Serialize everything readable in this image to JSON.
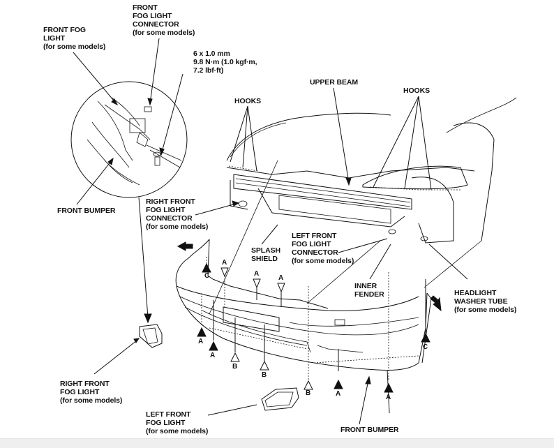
{
  "diagram": {
    "title": "Front bumper removal - exploded view",
    "labels": {
      "front_fog_light": [
        "FRONT FOG",
        "LIGHT",
        "(for some models)"
      ],
      "front_fog_light_connector": [
        "FRONT",
        "FOG LIGHT",
        "CONNECTOR",
        "(for some models)"
      ],
      "bolt_spec": [
        "6 x 1.0 mm",
        "9.8 N·m (1.0 kgf·m,",
        "7.2 lbf·ft)"
      ],
      "upper_beam": [
        "UPPER BEAM"
      ],
      "hooks_left": [
        "HOOKS"
      ],
      "hooks_right": [
        "HOOKS"
      ],
      "front_bumper_detail": [
        "FRONT BUMPER"
      ],
      "right_front_fog_light_connector": [
        "RIGHT FRONT",
        "FOG LIGHT",
        "CONNECTOR",
        "(for some models)"
      ],
      "splash_shield": [
        "SPLASH",
        "SHIELD"
      ],
      "left_front_fog_light_connector": [
        "LEFT FRONT",
        "FOG LIGHT",
        "CONNECTOR",
        "(for some models)"
      ],
      "inner_fender": [
        "INNER",
        "FENDER"
      ],
      "headlight_washer_tube": [
        "HEADLIGHT",
        "WASHER TUBE",
        "(for some models)"
      ],
      "right_front_fog_light": [
        "RIGHT FRONT",
        "FOG LIGHT",
        "(for some models)"
      ],
      "left_front_fog_light": [
        "LEFT FRONT",
        "FOG LIGHT",
        "(for some models)"
      ],
      "front_bumper_main": [
        "FRONT BUMPER"
      ]
    },
    "markers": [
      {
        "id": "C",
        "style": "solid",
        "label": "C"
      },
      {
        "id": "A",
        "style": "open",
        "label": "A"
      },
      {
        "id": "A",
        "style": "open",
        "label": "A"
      },
      {
        "id": "A",
        "style": "open",
        "label": "A"
      },
      {
        "id": "A",
        "style": "solid",
        "label": "A"
      },
      {
        "id": "A",
        "style": "solid",
        "label": "A"
      },
      {
        "id": "B",
        "style": "open",
        "label": "B"
      },
      {
        "id": "B",
        "style": "open",
        "label": "B"
      },
      {
        "id": "B",
        "style": "open",
        "label": "B"
      },
      {
        "id": "A",
        "style": "solid",
        "label": "A"
      },
      {
        "id": "A",
        "style": "solid",
        "label": "A"
      },
      {
        "id": "C",
        "style": "solid",
        "label": "C"
      }
    ]
  }
}
